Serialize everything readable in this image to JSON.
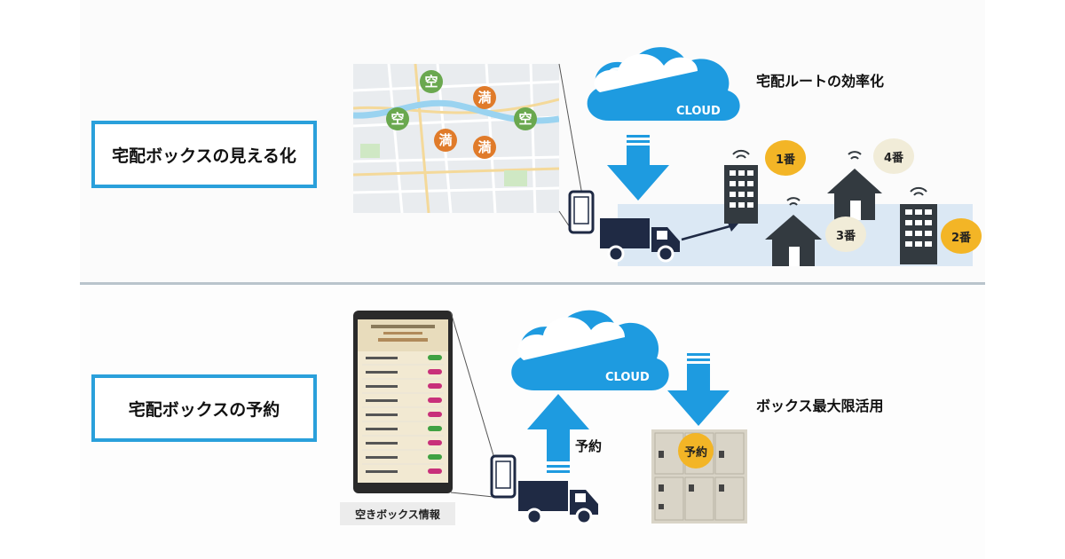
{
  "sections": {
    "top": {
      "label": "宅配ボックスの見える化",
      "caption": "宅配ルートの効率化",
      "cloud_label": "CLOUD",
      "map_markers": [
        {
          "text": "空",
          "color": "#6aa84f"
        },
        {
          "text": "満",
          "color": "#e07b2a"
        },
        {
          "text": "空",
          "color": "#6aa84f"
        },
        {
          "text": "空",
          "color": "#6aa84f"
        },
        {
          "text": "満",
          "color": "#e07b2a"
        },
        {
          "text": "満",
          "color": "#e07b2a"
        }
      ],
      "stops": [
        "1番",
        "4番",
        "3番",
        "2番"
      ]
    },
    "bottom": {
      "label": "宅配ボックスの予約",
      "caption": "ボックス最大限活用",
      "cloud_label": "CLOUD",
      "arrow_label": "予約",
      "locker_badge": "予約",
      "phone_caption": "空きボックス情報"
    }
  },
  "colors": {
    "accent_blue": "#2aa0db",
    "cloud_blue": "#1e9be0",
    "empty_green": "#6aa84f",
    "full_orange": "#e07b2a",
    "stop_yellow": "#f3b526",
    "dark": "#333a40"
  }
}
